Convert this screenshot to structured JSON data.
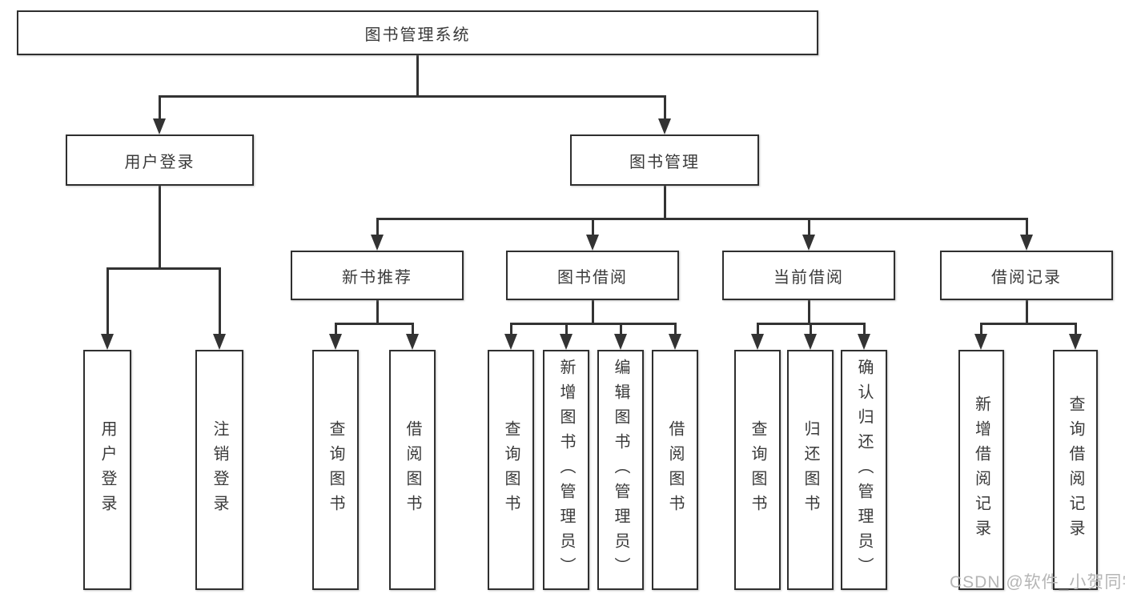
{
  "diagram": {
    "root": {
      "label": "图书管理系统"
    },
    "level2": [
      {
        "id": "user-login",
        "label": "用户登录"
      },
      {
        "id": "book-management",
        "label": "图书管理"
      }
    ],
    "level3": [
      {
        "id": "new-book-recommend",
        "label": "新书推荐",
        "parent": "book-management"
      },
      {
        "id": "book-borrow",
        "label": "图书借阅",
        "parent": "book-management"
      },
      {
        "id": "current-borrow",
        "label": "当前借阅",
        "parent": "book-management"
      },
      {
        "id": "borrow-records",
        "label": "借阅记录",
        "parent": "book-management"
      }
    ],
    "leaves": [
      {
        "parent": "user-login",
        "label": "用户登录"
      },
      {
        "parent": "user-login",
        "label": "注销登录"
      },
      {
        "parent": "new-book-recommend",
        "label": "查询图书"
      },
      {
        "parent": "new-book-recommend",
        "label": "借阅图书"
      },
      {
        "parent": "book-borrow",
        "label": "查询图书"
      },
      {
        "parent": "book-borrow",
        "label": "新增图书（管理员）"
      },
      {
        "parent": "book-borrow",
        "label": "编辑图书（管理员）"
      },
      {
        "parent": "book-borrow",
        "label": "借阅图书"
      },
      {
        "parent": "current-borrow",
        "label": "查询图书"
      },
      {
        "parent": "current-borrow",
        "label": "归还图书"
      },
      {
        "parent": "current-borrow",
        "label": "确认归还（管理员）"
      },
      {
        "parent": "borrow-records",
        "label": "新增借阅记录"
      },
      {
        "parent": "borrow-records",
        "label": "查询借阅记录"
      }
    ]
  },
  "watermark": {
    "text": "CSDN @软件_小贺同学",
    "color": "#b5b5b5"
  },
  "colors": {
    "line": "#333333",
    "box_border": "#2f2f2f",
    "text": "#3a3a3a",
    "background": "#ffffff"
  }
}
